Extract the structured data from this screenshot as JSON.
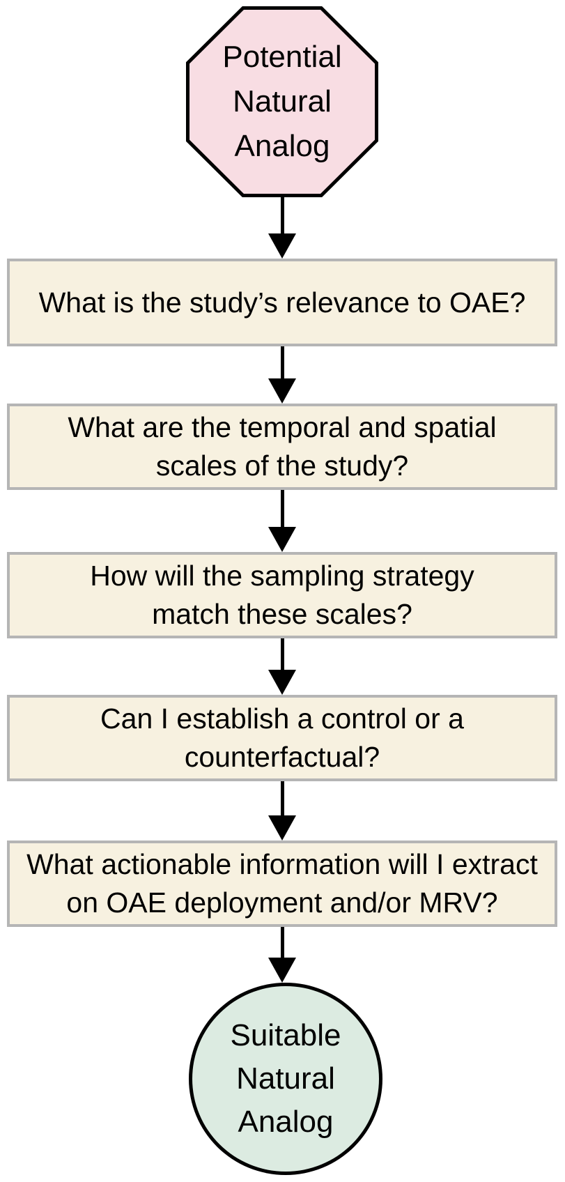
{
  "colors": {
    "octagon_fill": "#f8dde3",
    "box_fill": "#f7f1e0",
    "box_border": "#b5b5b5",
    "circle_fill": "#dcebe1",
    "outline": "#000000",
    "background": "#ffffff"
  },
  "flowchart": {
    "start": {
      "shape": "octagon",
      "lines": [
        "Potential",
        "Natural",
        "Analog"
      ]
    },
    "questions": [
      {
        "lines": [
          "What is the study’s relevance to OAE?"
        ]
      },
      {
        "lines": [
          "What are the temporal and spatial",
          "scales of the study?"
        ]
      },
      {
        "lines": [
          "How will the sampling strategy",
          "match these scales?"
        ]
      },
      {
        "lines": [
          "Can I establish a control or a",
          "counterfactual?"
        ]
      },
      {
        "lines": [
          "What actionable information will I extract",
          "on OAE deployment and/or MRV?"
        ]
      }
    ],
    "end": {
      "shape": "circle",
      "lines": [
        "Suitable",
        "Natural",
        "Analog"
      ]
    }
  }
}
